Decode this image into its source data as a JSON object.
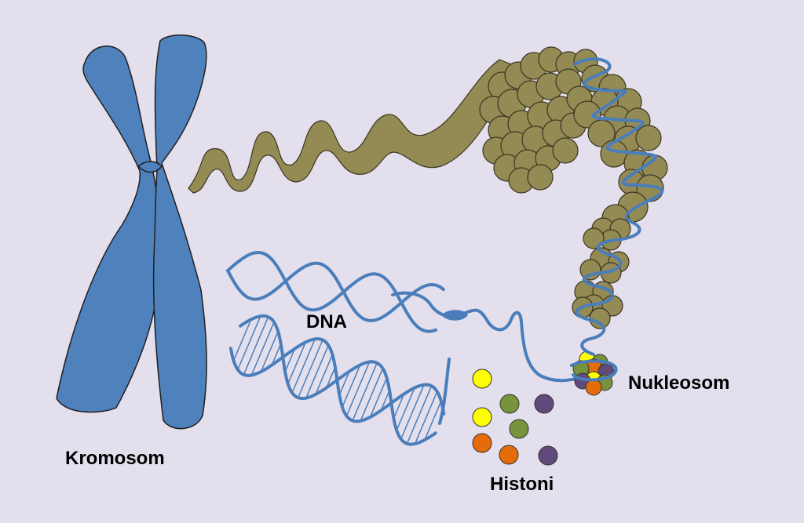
{
  "labels": {
    "chromosome": "Kromosom",
    "dna": "DNA",
    "nucleosome": "Nukleosom",
    "histones": "Histoni"
  },
  "colors": {
    "background": "#e4dfec",
    "chromosome": "#4f81bd",
    "dna": "#4a7ebb",
    "chromatin": "#948a54",
    "histone_yellow": "#ffff00",
    "histone_green": "#77933c",
    "histone_purple": "#604a7b",
    "histone_orange": "#e46c0a"
  }
}
